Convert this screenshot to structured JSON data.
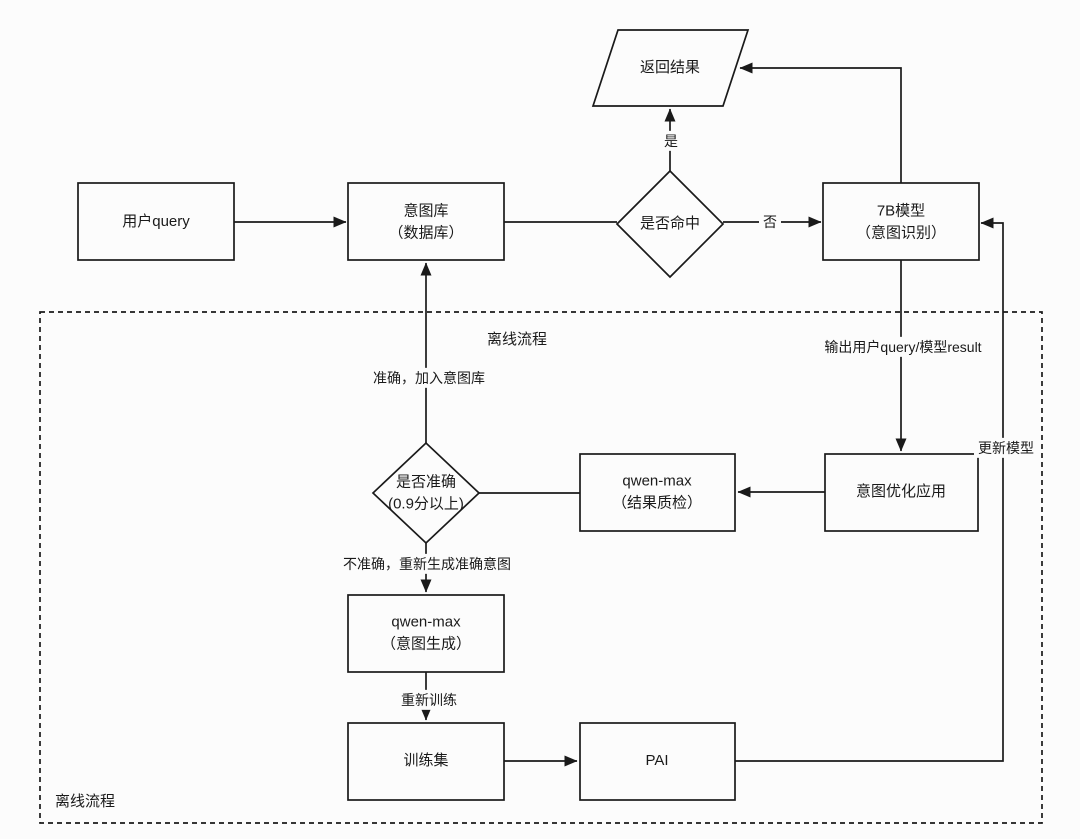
{
  "nodes": {
    "user_query": {
      "label": "用户query"
    },
    "intent_db": {
      "line1": "意图库",
      "line2": "（数据库）"
    },
    "hit_decision": {
      "label": "是否命中"
    },
    "model_7b": {
      "line1": "7B模型",
      "line2": "（意图识别）"
    },
    "return_result": {
      "label": "返回结果"
    },
    "accurate_decision": {
      "line1": "是否准确",
      "line2": "(0.9分以上)"
    },
    "qc_qwen": {
      "line1": "qwen-max",
      "line2": "（结果质检）"
    },
    "intent_opt": {
      "label": "意图优化应用"
    },
    "gen_qwen": {
      "line1": "qwen-max",
      "line2": "（意图生成）"
    },
    "train_set": {
      "label": "训练集"
    },
    "pai": {
      "label": "PAI"
    }
  },
  "edge_labels": {
    "yes": "是",
    "no": "否",
    "output_query_result": "输出用户query/模型result",
    "accurate_add": "准确，加入意图库",
    "inaccurate_regen": "不准确，重新生成准确意图",
    "retrain": "重新训练",
    "update_model": "更新模型"
  },
  "region_labels": {
    "offline_process_top": "离线流程",
    "offline_process_corner": "离线流程"
  },
  "colors": {
    "stroke": "#1a1a1a",
    "background": "#fcfcfc"
  }
}
